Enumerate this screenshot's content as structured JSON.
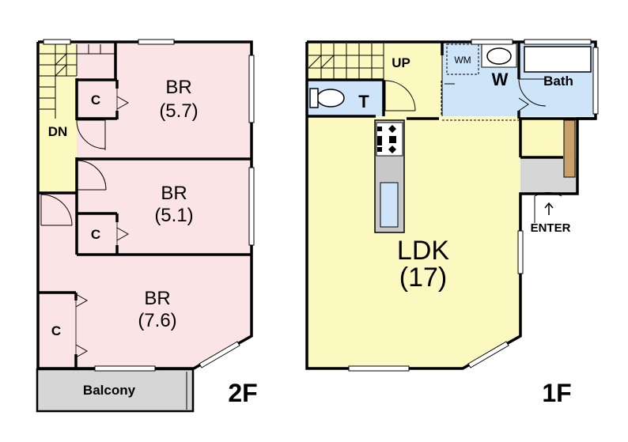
{
  "colors": {
    "wall": "#000000",
    "bedroom": "#fbe4e6",
    "stair_hall": "#fbf8c0",
    "ldk": "#fbf8c0",
    "wet_area": "#cde4f9",
    "balcony": "#d6d6d6",
    "kitchen_counter": "#c8c8c8",
    "storage_brown": "#c9a06a"
  },
  "floor2": {
    "label": "2F",
    "rooms": {
      "br_top": {
        "name": "BR",
        "size": "(5.7)"
      },
      "br_mid": {
        "name": "BR",
        "size": "(5.1)"
      },
      "br_bottom": {
        "name": "BR",
        "size": "(7.6)"
      }
    },
    "closets": {
      "top": "C",
      "mid": "C",
      "bottom": "C"
    },
    "stair_label": "DN",
    "balcony_label": "Balcony"
  },
  "floor1": {
    "label": "1F",
    "ldk": {
      "name": "LDK",
      "size": "(17)"
    },
    "stair_label": "UP",
    "toilet_label": "T",
    "washroom_label": "W",
    "washing_machine_label": "WM",
    "bath_label": "Bath",
    "entrance_label": "ENTER"
  }
}
